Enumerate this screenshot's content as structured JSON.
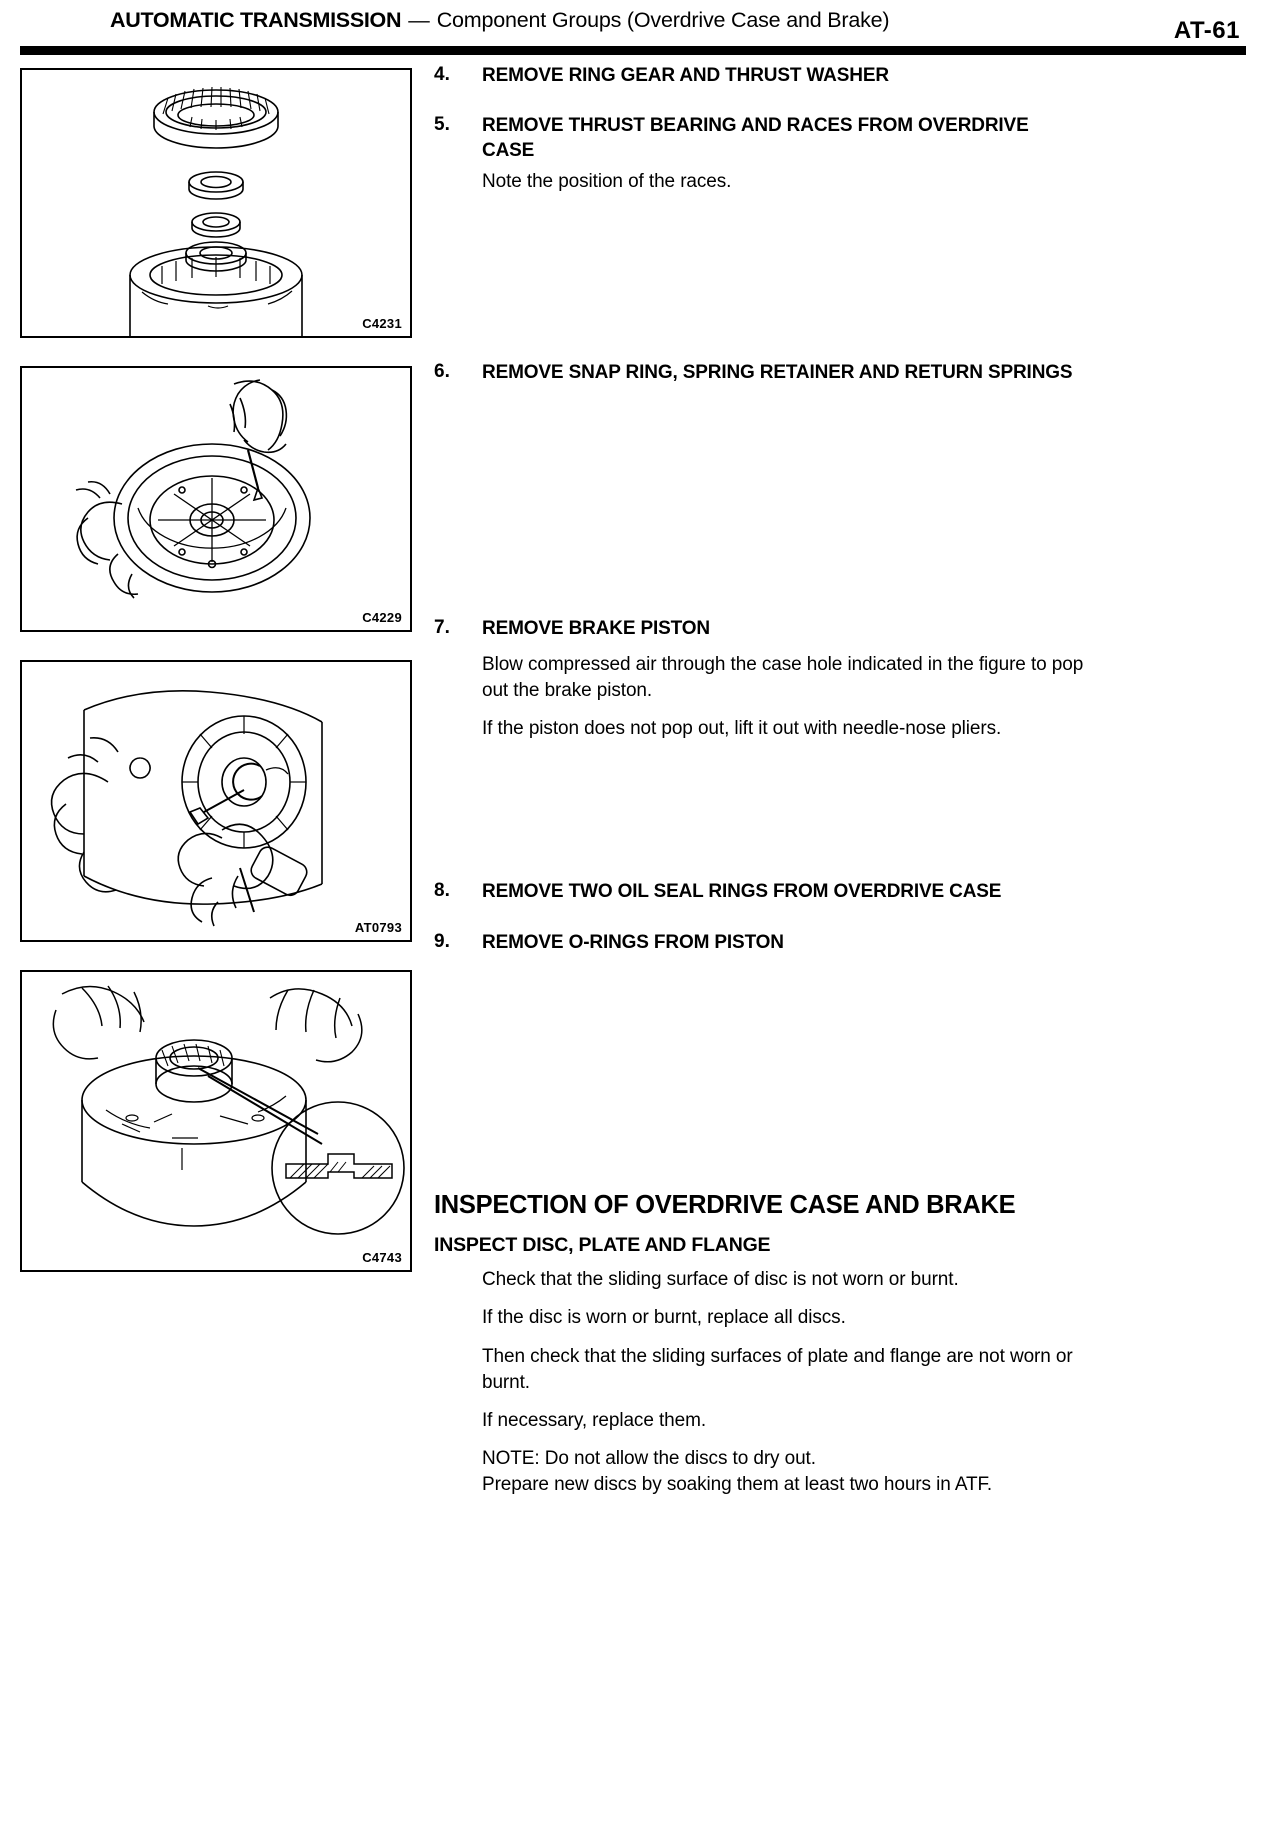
{
  "header": {
    "title": "AUTOMATIC TRANSMISSION",
    "dash": "—",
    "subtitle": "Component Groups (Overdrive Case and Brake)",
    "page_number": "AT-61"
  },
  "figures": [
    {
      "code": "C4231",
      "caption_step": "4"
    },
    {
      "code": "C4229",
      "caption_step": "6"
    },
    {
      "code": "AT0793",
      "caption_step": "7"
    },
    {
      "code": "C4743",
      "caption_step": "8"
    }
  ],
  "steps": [
    {
      "number": "4.",
      "title": "REMOVE RING GEAR AND THRUST WASHER",
      "body": []
    },
    {
      "number": "5.",
      "title": "REMOVE THRUST BEARING AND RACES FROM OVERDRIVE CASE",
      "body": [
        "Note the position of the races."
      ]
    },
    {
      "number": "6.",
      "title": "REMOVE SNAP RING, SPRING RETAINER AND RETURN SPRINGS",
      "body": []
    },
    {
      "number": "7.",
      "title": "REMOVE BRAKE PISTON",
      "body": [
        "Blow compressed air through the case hole indicated in the figure to pop out the brake piston.",
        "If the piston does not pop out, lift it out with needle-nose pliers."
      ]
    },
    {
      "number": "8.",
      "title": "REMOVE TWO OIL SEAL RINGS FROM OVERDRIVE CASE",
      "body": []
    },
    {
      "number": "9.",
      "title": "REMOVE O-RINGS FROM PISTON",
      "body": []
    }
  ],
  "inspection": {
    "heading": "INSPECTION OF OVERDRIVE CASE AND BRAKE",
    "subheading": "INSPECT DISC, PLATE AND FLANGE",
    "paragraphs": [
      "Check that the sliding surface of disc is not worn or burnt.",
      "If the disc is worn or burnt, replace all discs.",
      "Then check that the sliding surfaces of plate and flange are not worn or burnt.",
      "If necessary, replace them."
    ],
    "note": "NOTE:   Do not allow the discs to dry out.\nPrepare new discs by soaking them at least two hours in ATF."
  },
  "colors": {
    "ink": "#000000",
    "paper": "#ffffff"
  }
}
